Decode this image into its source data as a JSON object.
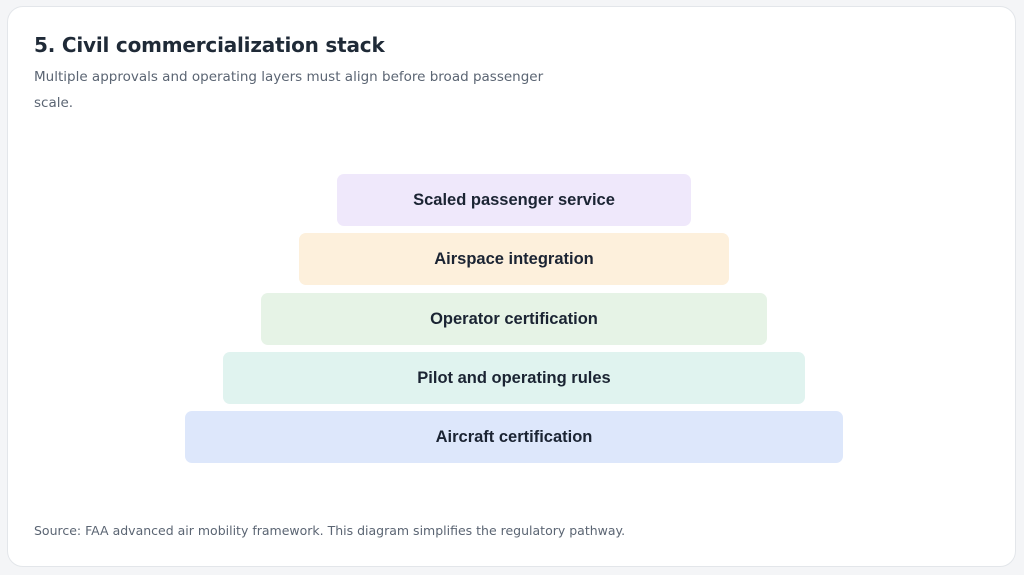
{
  "title": "5. Civil commercialization stack",
  "subtitle": "Multiple approvals and operating layers must align before broad passenger scale.",
  "layers": [
    {
      "label": "Scaled passenger service",
      "color": "#efe8fb"
    },
    {
      "label": "Airspace integration",
      "color": "#fdf0dc"
    },
    {
      "label": "Operator certification",
      "color": "#e6f3e6"
    },
    {
      "label": "Pilot and operating rules",
      "color": "#e0f3ef"
    },
    {
      "label": "Aircraft certification",
      "color": "#dde7fb"
    }
  ],
  "source": "Source: FAA advanced air mobility framework. This diagram simplifies the regulatory pathway."
}
